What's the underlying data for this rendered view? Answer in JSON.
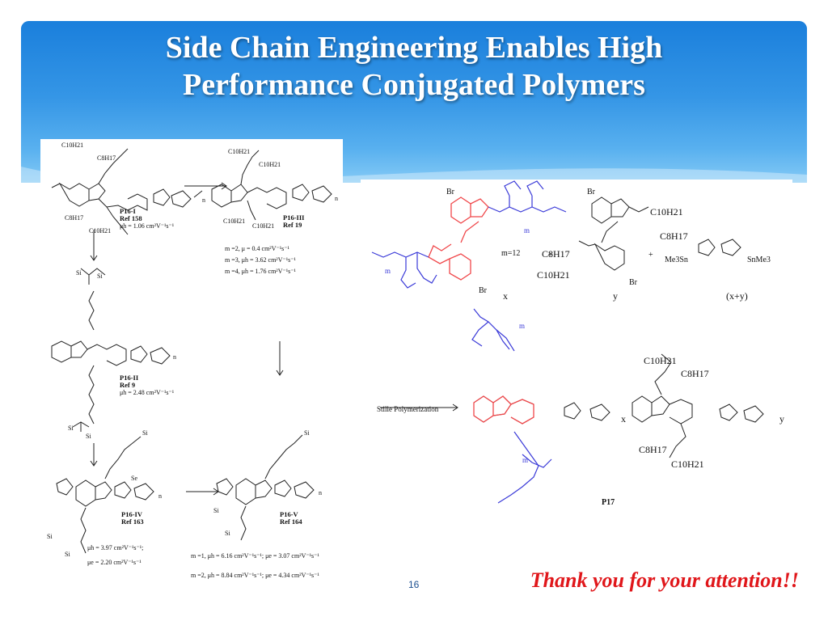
{
  "slide": {
    "title_line1": "Side Chain Engineering Enables High",
    "title_line2": "Performance Conjugated Polymers",
    "thanks": "Thank you for your attention!!",
    "page_number": "16"
  },
  "left_figure": {
    "p16_1_name": "P16-I",
    "p16_1_ref": "Ref 158",
    "p16_1_mob": "μh = 1.06 cm²V⁻¹s⁻¹",
    "p16_2_name": "P16-II",
    "p16_2_ref": "Ref 9",
    "p16_2_mob": "μh = 2.48 cm²V⁻¹s⁻¹",
    "p16_3_name": "P16-III",
    "p16_3_ref": "Ref 19",
    "p16_3_m2": "m =2,  μ  = 0.4 cm²V⁻¹s⁻¹",
    "p16_3_m3": "m =3,  μh = 3.62 cm²V⁻¹s⁻¹",
    "p16_3_m4": "m =4,  μh = 1.76 cm²V⁻¹s⁻¹",
    "p16_4_name": "P16-IV",
    "p16_4_ref": "Ref 163",
    "p16_4_mob_h": "μh = 3.97 cm²V⁻¹s⁻¹;",
    "p16_4_mob_e": "μe = 2.20 cm²V⁻¹s⁻¹",
    "p16_5_name": "P16-V",
    "p16_5_ref": "Ref 164",
    "p16_5_m1": "m =1,  μh = 6.16 cm²V⁻¹s⁻¹;  μe = 3.07 cm²V⁻¹s⁻¹",
    "p16_5_m2": "m =2,  μh = 8.84 cm²V⁻¹s⁻¹;  μe = 4.34 cm²V⁻¹s⁻¹",
    "c10h21": "C10H21",
    "c8h17": "C8H17",
    "n": "n",
    "si": "Si",
    "se": "Se"
  },
  "right_figure": {
    "m12": "m=12",
    "plus": "+",
    "br": "Br",
    "me3sn": "Me3Sn",
    "snme3": "SnMe3",
    "x": "x",
    "y": "y",
    "xy": "(x+y)",
    "stille": "Stille Polymerization",
    "p17": "P17",
    "m": "m",
    "c10h21": "C10H21",
    "c8h17": "C8H17"
  },
  "colors": {
    "title_text": "#ffffff",
    "thanks_text": "#e0161a",
    "header_blue": "#1a7fdc",
    "red_structure": "#f0474a",
    "blue_structure": "#3a3ad8"
  }
}
